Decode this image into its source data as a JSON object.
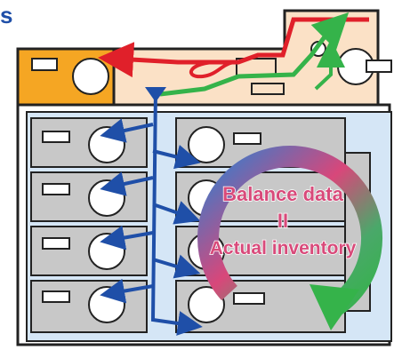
{
  "corner_letter": "s",
  "center_label": {
    "line1": "Balance data",
    "line2": "II",
    "line3": "Actual inventory"
  },
  "colors": {
    "letter": "#1f4fa8",
    "orange_module": "#f5a623",
    "peach_module": "#fbe1c6",
    "cabinet_fill": "#d5e6f6",
    "cassette_fill": "#c8c8c8",
    "red_path": "#e0202a",
    "green_path": "#35b34a",
    "blue_path": "#1f4fa8",
    "label_fill": "#d84a7a",
    "label_outline": "#ffffff"
  },
  "icons": {
    "cycle": "circular-gradient-arrow-icon",
    "roller": "circle-roller-icon",
    "slot": "note-slot-icon"
  }
}
